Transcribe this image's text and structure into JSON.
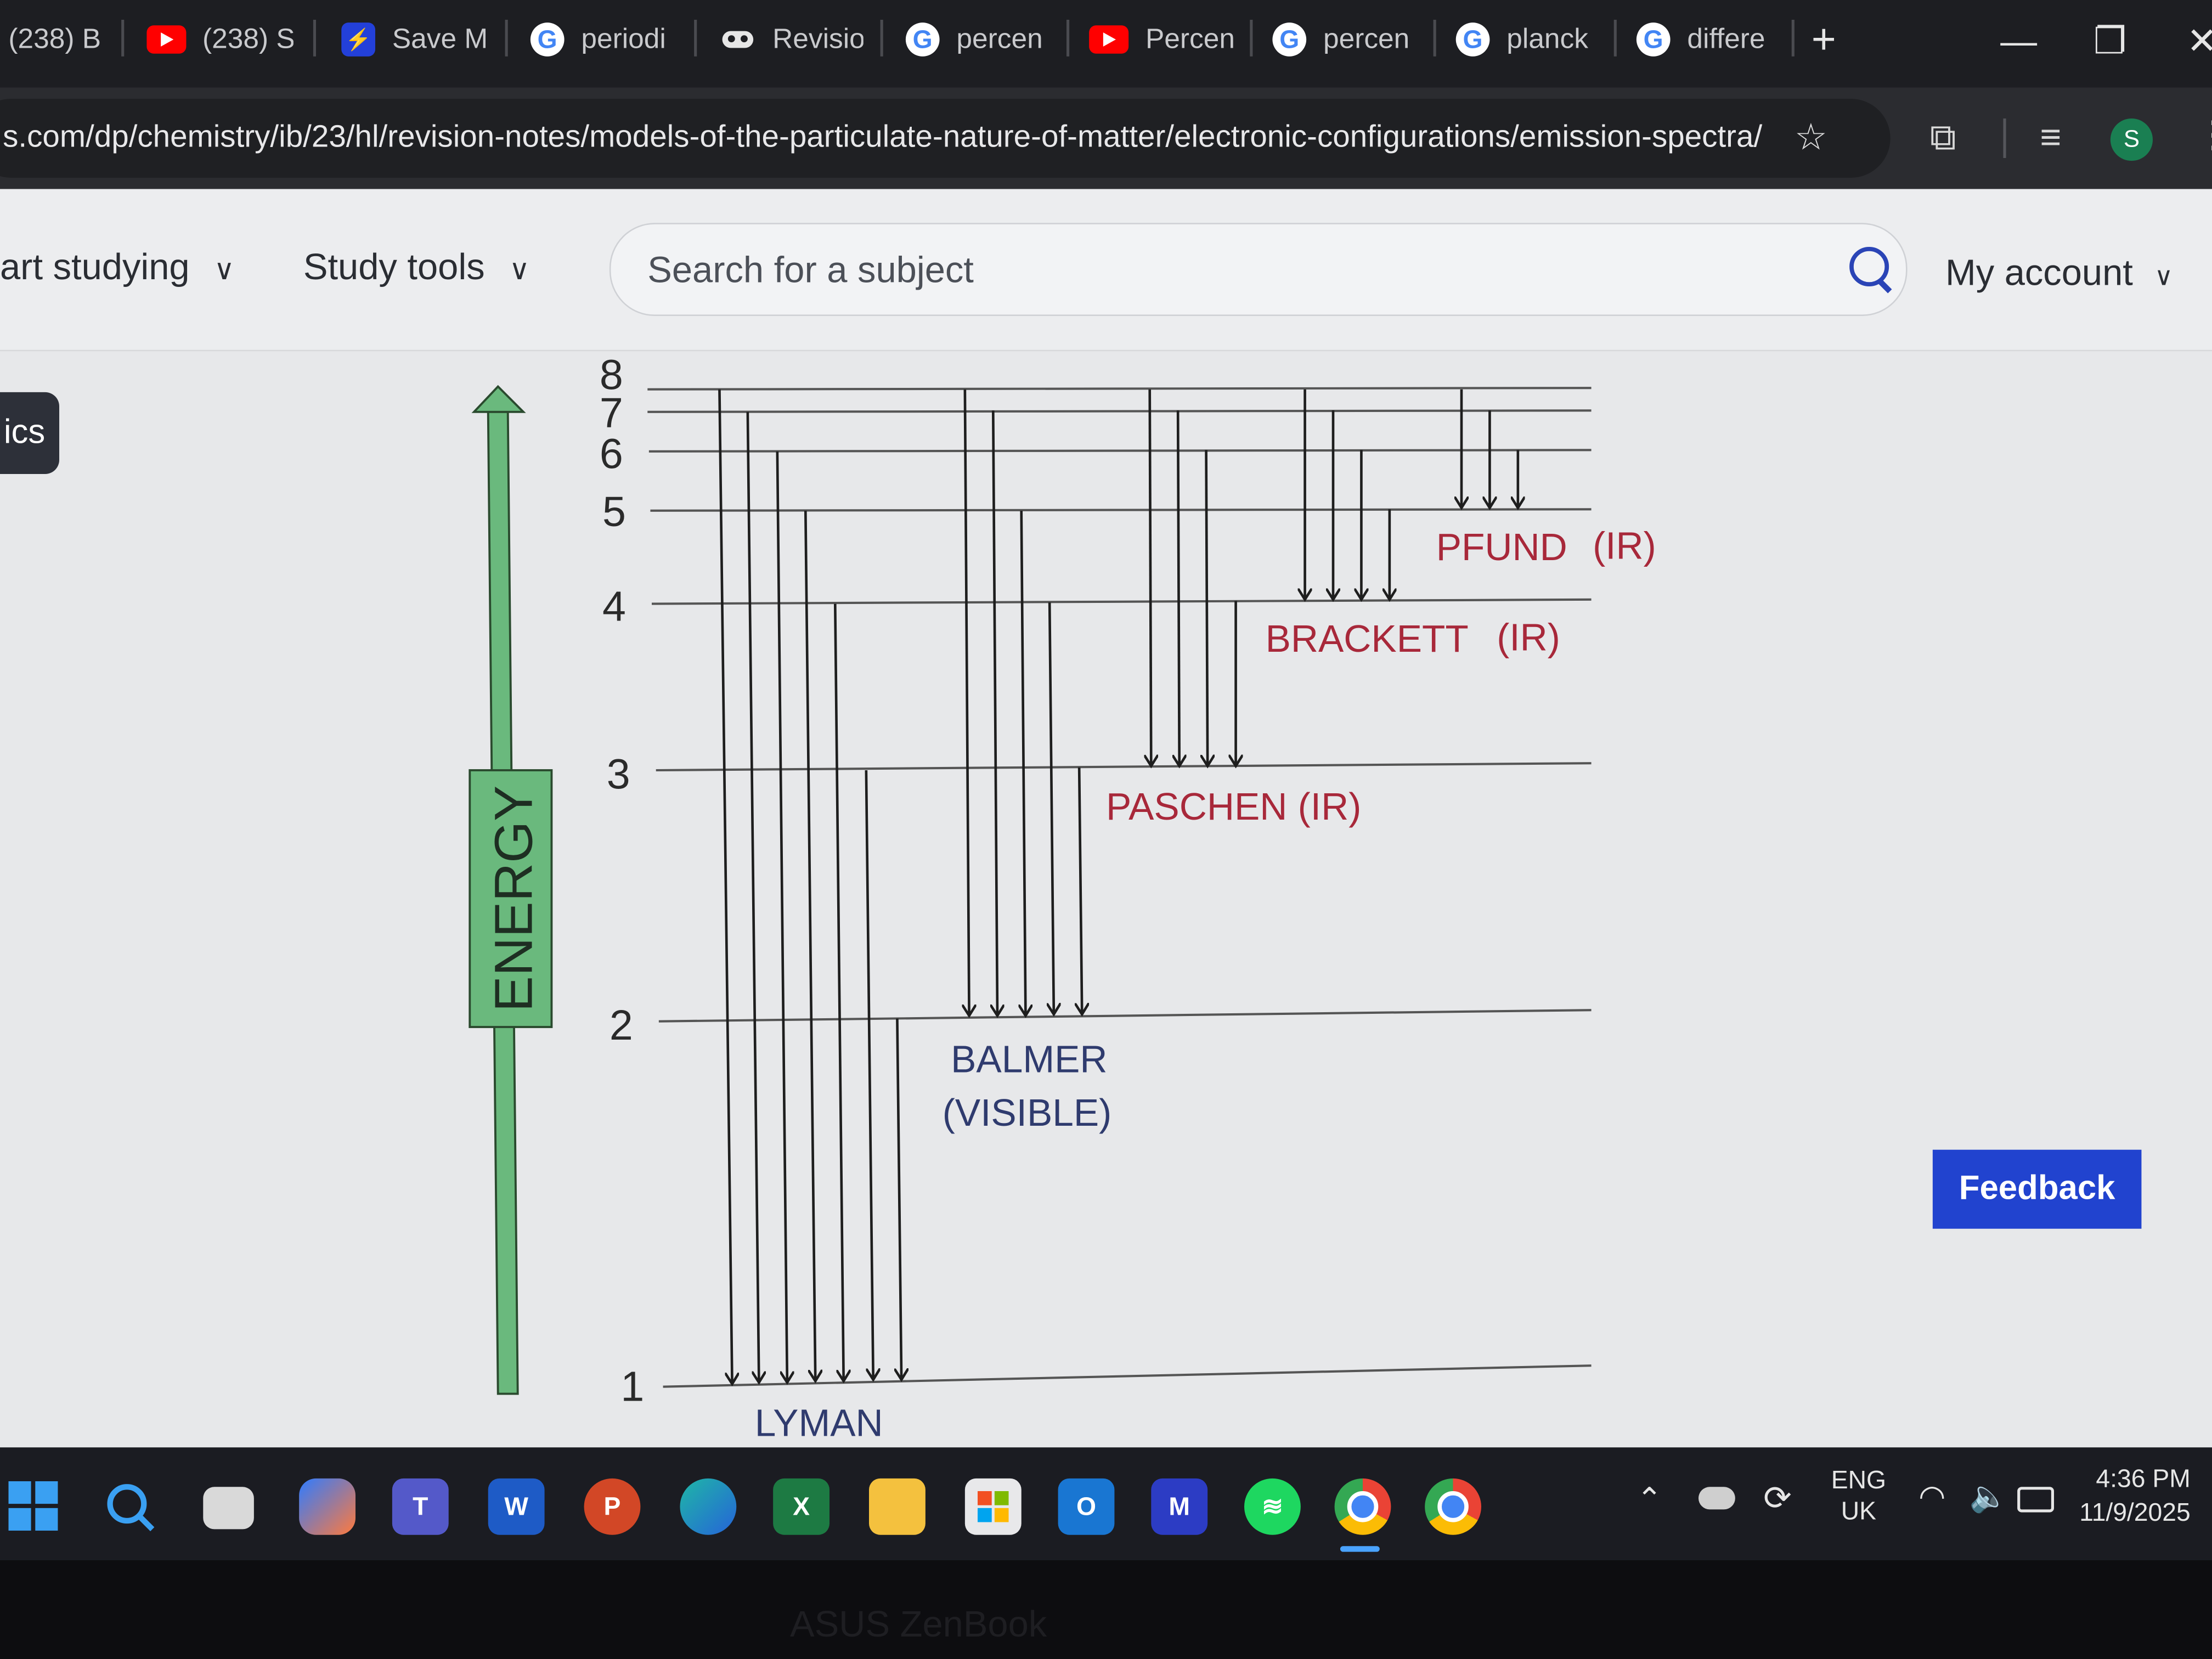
{
  "browser": {
    "tabs": [
      {
        "label": "(238) B",
        "icon": "youtube-icon"
      },
      {
        "label": "(238) S",
        "icon": "youtube-icon"
      },
      {
        "label": "Save M",
        "icon": "bolt-icon"
      },
      {
        "label": "periodi",
        "icon": "google-icon"
      },
      {
        "label": "Revisio",
        "icon": "mask-icon"
      },
      {
        "label": "percen",
        "icon": "google-icon"
      },
      {
        "label": "Percen",
        "icon": "youtube-icon"
      },
      {
        "label": "percen",
        "icon": "google-icon"
      },
      {
        "label": "planck",
        "icon": "google-icon"
      },
      {
        "label": "differe",
        "icon": "google-icon"
      }
    ],
    "new_tab": "+",
    "minimize": "—",
    "restore": "❐",
    "close": "✕",
    "url": "s.com/dp/chemistry/ib/23/hl/revision-notes/models-of-the-particulate-nature-of-matter/electronic-configurations/emission-spectra/",
    "profile_initial": "S"
  },
  "site": {
    "nav": {
      "start_studying": "art studying",
      "study_tools": "Study tools",
      "my_account": "My account"
    },
    "search_placeholder": "Search for a subject",
    "side_tab": "ics",
    "feedback": "Feedback"
  },
  "diagram": {
    "energy_label": "ENERGY",
    "levels": [
      "1",
      "2",
      "3",
      "4",
      "5",
      "6",
      "7",
      "8"
    ],
    "series": [
      {
        "name": "LYMAN",
        "color": "#2f3b6e"
      },
      {
        "name": "BALMER",
        "sub": "(VISIBLE)",
        "color": "#2f3b6e"
      },
      {
        "name": "PASCHEN (IR)",
        "color": "#a8283a"
      },
      {
        "name": "BRACKETT",
        "sub": "(IR)",
        "color": "#a8283a"
      },
      {
        "name": "PFUND",
        "sub": "(IR)",
        "color": "#a8283a"
      }
    ],
    "arrow_color": "#6ab97d"
  },
  "taskbar": {
    "apps": [
      "windows-start-icon",
      "search-icon",
      "file-explorer-icon",
      "copilot-icon",
      "teams-icon",
      "word-icon",
      "powerpoint-icon",
      "edge-icon",
      "excel-icon",
      "folder-icon",
      "store-icon",
      "outlook-icon",
      "app-icon",
      "spotify-icon",
      "chrome-icon",
      "chrome-icon"
    ],
    "lang_top": "ENG",
    "lang_bottom": "UK",
    "time": "4:36 PM",
    "date": "11/9/2025"
  },
  "device": {
    "brand": "ASUS ZenBook"
  }
}
